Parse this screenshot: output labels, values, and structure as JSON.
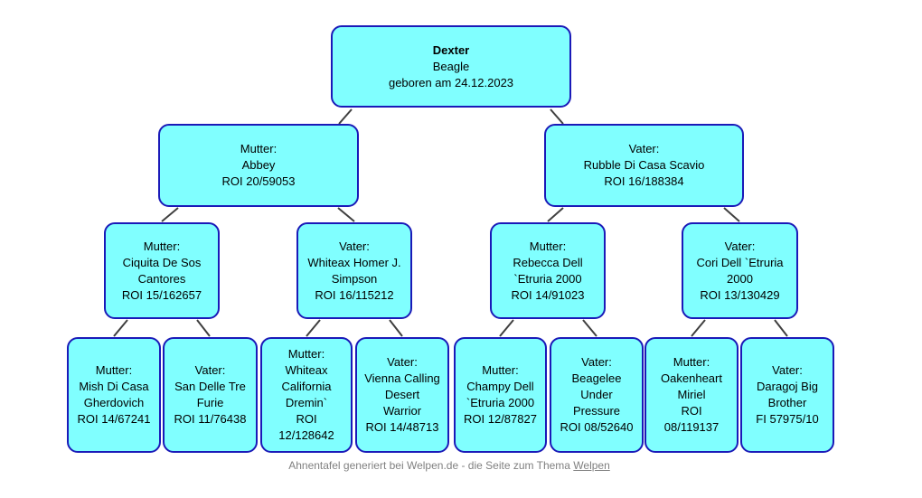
{
  "colors": {
    "box_fill": "#80ffff",
    "box_border": "#1a1ab8",
    "connector_line": "#3f3f3f",
    "footer_text": "#808080"
  },
  "nodes": {
    "dexter": {
      "name": "Dexter",
      "breed": "Beagle",
      "birth": "geboren am 24.12.2023"
    },
    "abbey": {
      "label": "Mutter:",
      "name": "Abbey",
      "reg": "ROI 20/59053"
    },
    "rubble": {
      "label": "Vater:",
      "name": "Rubble Di Casa Scavio",
      "reg": "ROI 16/188384"
    },
    "ciquita": {
      "label": "Mutter:",
      "name": "Ciquita De Sos Cantores",
      "reg": "ROI 15/162657"
    },
    "whiteax": {
      "label": "Vater:",
      "name": "Whiteax Homer J. Simpson",
      "reg": "ROI 16/115212"
    },
    "rebecca": {
      "label": "Mutter:",
      "name": "Rebecca Dell `Etruria 2000",
      "reg": "ROI 14/91023"
    },
    "cori": {
      "label": "Vater:",
      "name": "Cori Dell `Etruria 2000",
      "reg": "ROI 13/130429"
    },
    "mish": {
      "label": "Mutter:",
      "name": "Mish Di Casa Gherdovich",
      "reg": "ROI 14/67241"
    },
    "san": {
      "label": "Vater:",
      "name": "San Delle Tre Furie",
      "reg": "ROI 11/76438"
    },
    "california": {
      "label": "Mutter:",
      "name": "Whiteax California Dremin`",
      "reg": "ROI 12/128642"
    },
    "vienna": {
      "label": "Vater:",
      "name": "Vienna Calling Desert Warrior",
      "reg": "ROI 14/48713"
    },
    "champy": {
      "label": "Mutter:",
      "name": "Champy Dell `Etruria 2000",
      "reg": "ROI 12/87827"
    },
    "beagelee": {
      "label": "Vater:",
      "name": "Beagelee Under Pressure",
      "reg": "ROI 08/52640"
    },
    "oakenheart": {
      "label": "Mutter:",
      "name": "Oakenheart Miriel",
      "reg": "ROI 08/119137"
    },
    "daragoj": {
      "label": "Vater:",
      "name": "Daragoj Big Brother",
      "reg": "FI 57975/10"
    }
  },
  "footer": {
    "text": "Ahnentafel generiert bei Welpen.de - die Seite zum Thema ",
    "link_text": "Welpen"
  }
}
